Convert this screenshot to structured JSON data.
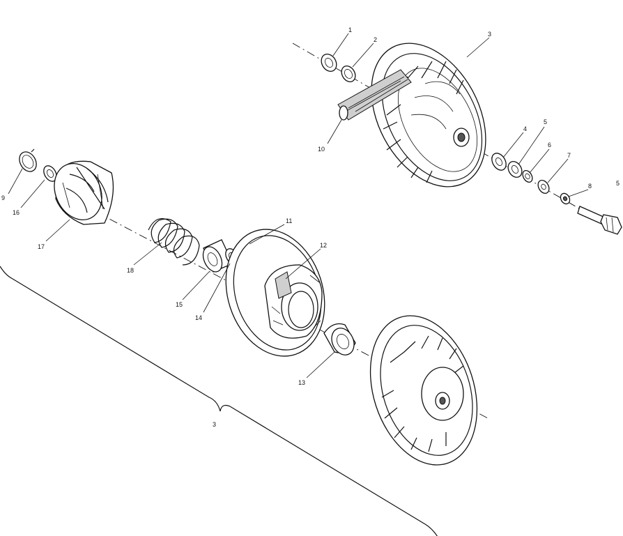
{
  "labels": [
    {
      "id": "1",
      "text": "1"
    },
    {
      "id": "2",
      "text": "2"
    },
    {
      "id": "3a",
      "text": "3"
    },
    {
      "id": "4",
      "text": "4"
    },
    {
      "id": "5a",
      "text": "5"
    },
    {
      "id": "6",
      "text": "6"
    },
    {
      "id": "7",
      "text": "7"
    },
    {
      "id": "8a",
      "text": "8"
    },
    {
      "id": "5b",
      "text": "5"
    },
    {
      "id": "10",
      "text": "10"
    },
    {
      "id": "9",
      "text": "9"
    },
    {
      "id": "16",
      "text": "16"
    },
    {
      "id": "17",
      "text": "17"
    },
    {
      "id": "11",
      "text": "11"
    },
    {
      "id": "12",
      "text": "12"
    },
    {
      "id": "18",
      "text": "18"
    },
    {
      "id": "15",
      "text": "15"
    },
    {
      "id": "14",
      "text": "14"
    },
    {
      "id": "13",
      "text": "13"
    },
    {
      "id": "3b",
      "text": "3"
    }
  ]
}
